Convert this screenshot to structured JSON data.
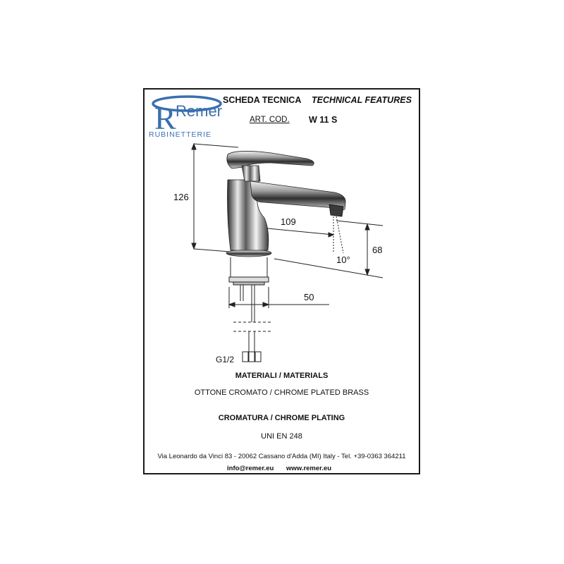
{
  "brand": {
    "name": "Remer",
    "subtitle": "RUBINETTERIE",
    "color": "#3a6fb0"
  },
  "header": {
    "scheda_tecnica": "SCHEDA TECNICA",
    "technical_features": "TECHNICAL FEATURES",
    "art_cod_label": "ART. COD.",
    "art_cod_value": "W 11 S"
  },
  "dimensions": {
    "height_total": "126",
    "spout_reach": "109",
    "spout_height": "68",
    "spout_angle": "10°",
    "base_width": "50",
    "connection": "G1/2"
  },
  "materials": {
    "heading": "MATERIALI / MATERIALS",
    "value": "OTTONE CROMATO / CHROME PLATED BRASS",
    "plating_heading": "CROMATURA / CHROME PLATING",
    "plating_value": "UNI EN 248"
  },
  "footer": {
    "address": "Via Leonardo da Vinci 83 - 20062 Cassano d'Adda (MI) Italy - Tel. +39-0363 364211",
    "email": "info@remer.eu",
    "website": "www.remer.eu"
  }
}
